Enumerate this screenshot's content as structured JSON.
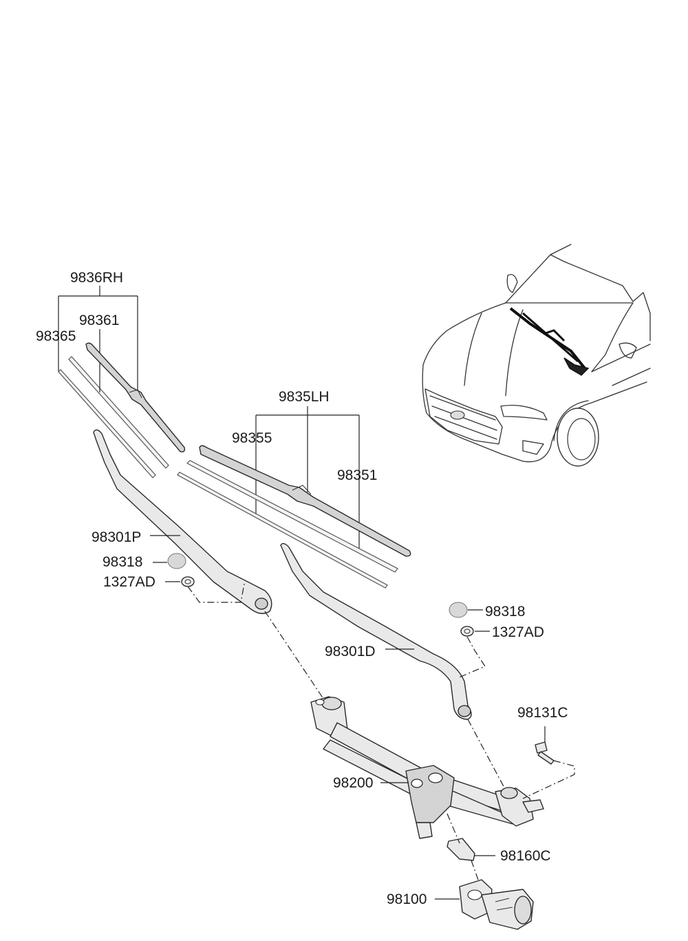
{
  "labels": {
    "rh_blade_assy": "9836RH",
    "rh_blade": "98361",
    "rh_refill": "98365",
    "lh_blade_assy": "9835LH",
    "lh_refill": "98355",
    "lh_blade": "98351",
    "arm_passenger": "98301P",
    "cap_left": "98318",
    "nut_left": "1327AD",
    "cap_right": "98318",
    "nut_right": "1327AD",
    "arm_driver": "98301D",
    "bolt": "98131C",
    "linkage": "98200",
    "bracket": "98160C",
    "motor": "98100"
  }
}
